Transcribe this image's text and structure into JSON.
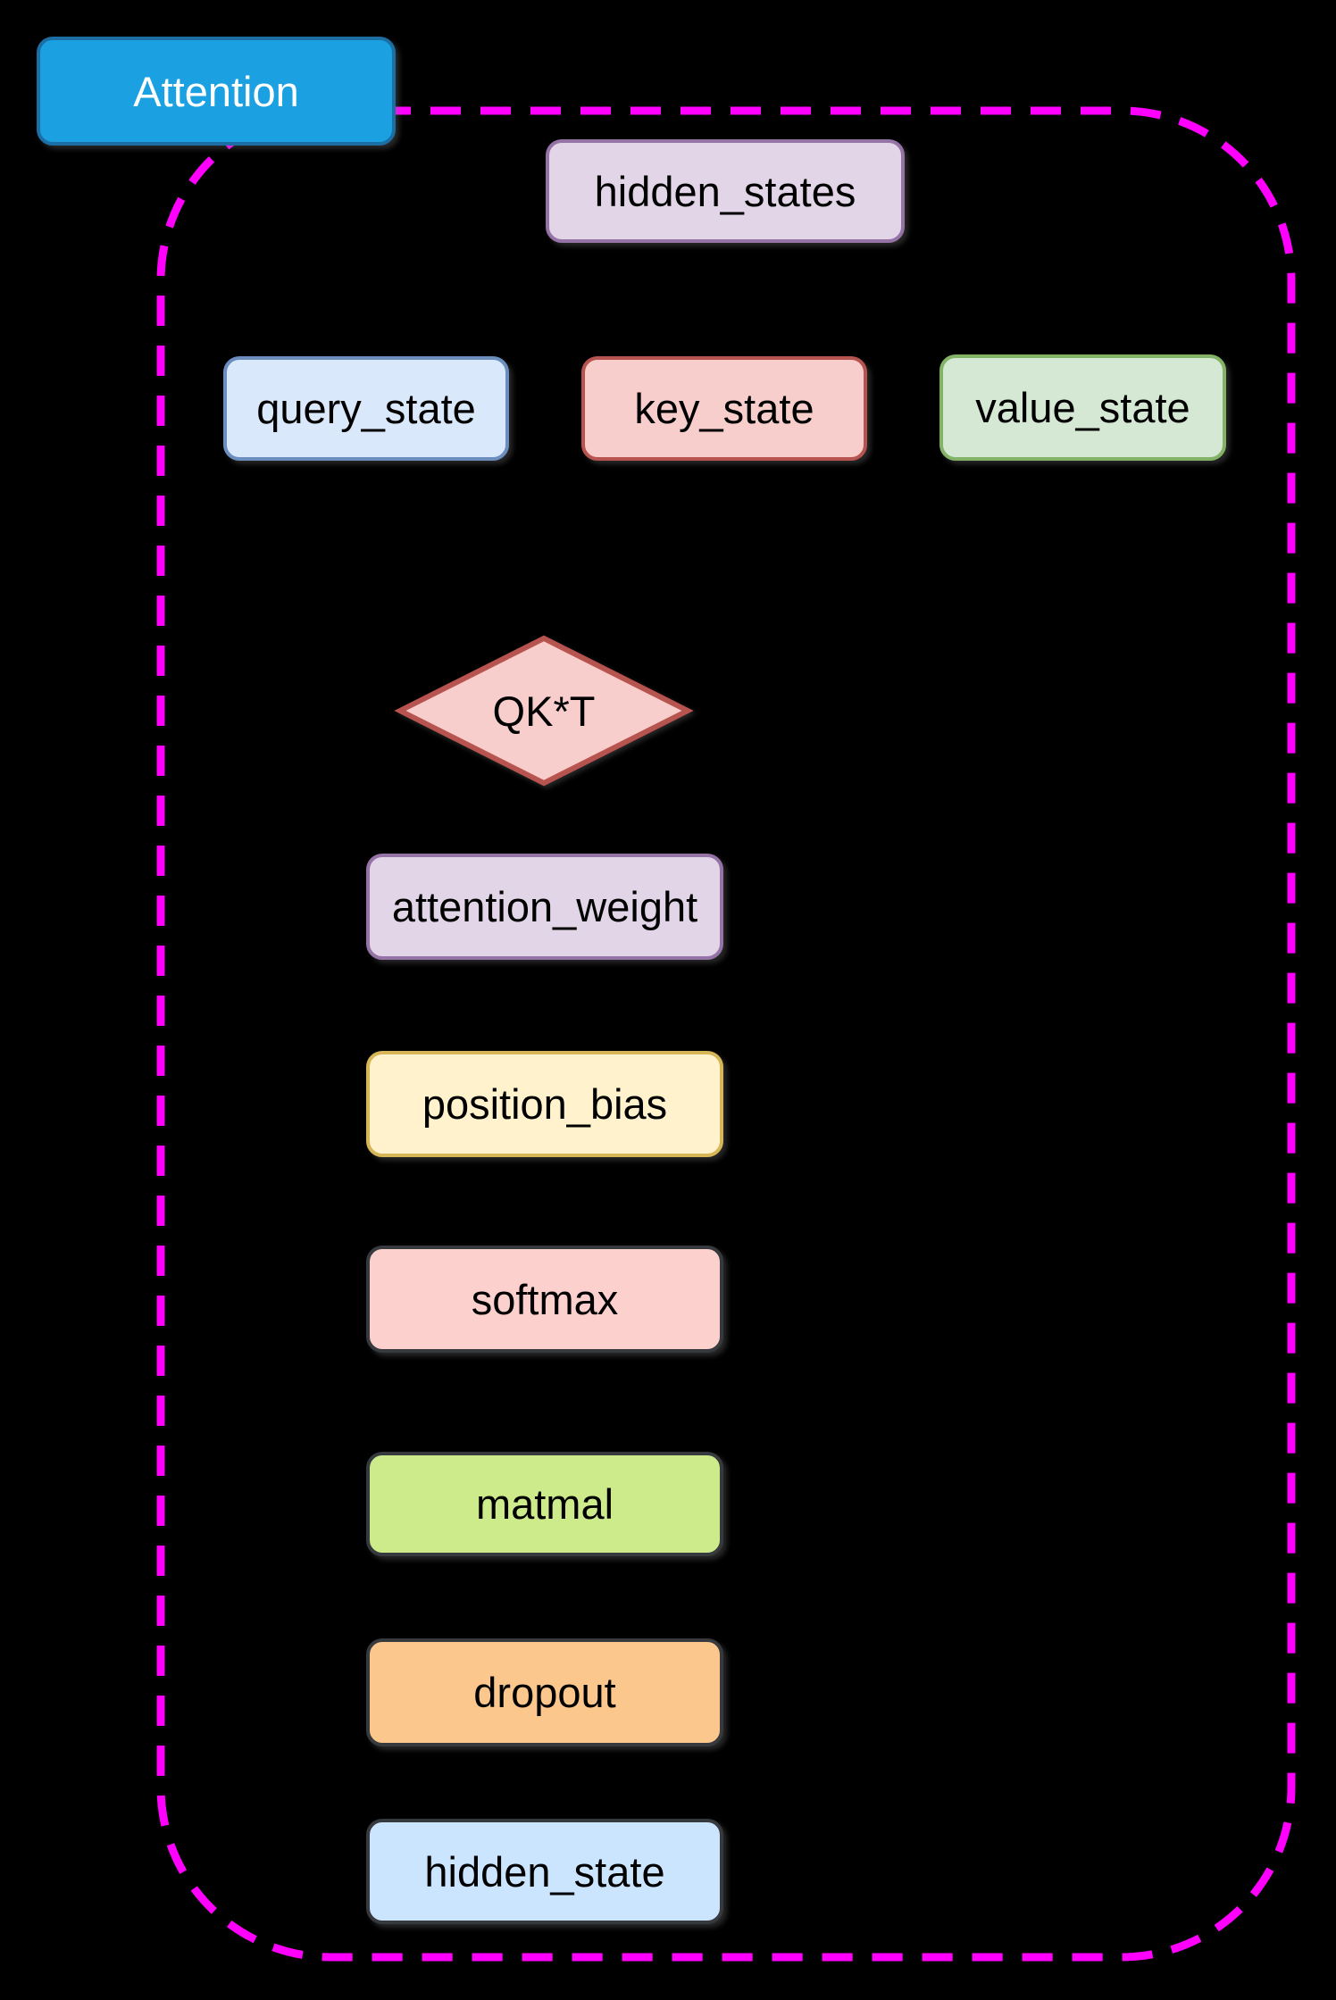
{
  "diagram": {
    "background_color": "#000000",
    "title": {
      "label": "Attention",
      "fill": "#1BA1E2",
      "stroke": "#1B6FA5",
      "text_color": "#FFFFFF"
    },
    "container": {
      "border_color": "#FF00FF",
      "border_style": "dashed"
    },
    "nodes": [
      {
        "id": "hidden_states",
        "label": "hidden_states",
        "shape": "rounded-rect",
        "fill": "#E1D5E7",
        "stroke": "#9673A6"
      },
      {
        "id": "query_state",
        "label": "query_state",
        "shape": "rounded-rect",
        "fill": "#DAE8FC",
        "stroke": "#6C8EBF"
      },
      {
        "id": "key_state",
        "label": "key_state",
        "shape": "rounded-rect",
        "fill": "#F8CECC",
        "stroke": "#B85450"
      },
      {
        "id": "value_state",
        "label": "value_state",
        "shape": "rounded-rect",
        "fill": "#D5E8D4",
        "stroke": "#82B366"
      },
      {
        "id": "qkt",
        "label": "QK*T",
        "shape": "diamond",
        "fill": "#F8CECC",
        "stroke": "#B85450"
      },
      {
        "id": "attention_weight",
        "label": "attention_weight",
        "shape": "rounded-rect",
        "fill": "#E1D5E7",
        "stroke": "#9673A6"
      },
      {
        "id": "position_bias",
        "label": "position_bias",
        "shape": "rounded-rect",
        "fill": "#FFF2CC",
        "stroke": "#D6B656"
      },
      {
        "id": "softmax",
        "label": "softmax",
        "shape": "rounded-rect",
        "fill": "#FCD0CD",
        "stroke": "#36393D"
      },
      {
        "id": "matmal",
        "label": "matmal",
        "shape": "rounded-rect",
        "fill": "#CDEB8B",
        "stroke": "#36393D"
      },
      {
        "id": "dropout",
        "label": "dropout",
        "shape": "rounded-rect",
        "fill": "#FBC78C",
        "stroke": "#36393D"
      },
      {
        "id": "hidden_state",
        "label": "hidden_state",
        "shape": "rounded-rect",
        "fill": "#CCE5FF",
        "stroke": "#36393D"
      }
    ]
  }
}
